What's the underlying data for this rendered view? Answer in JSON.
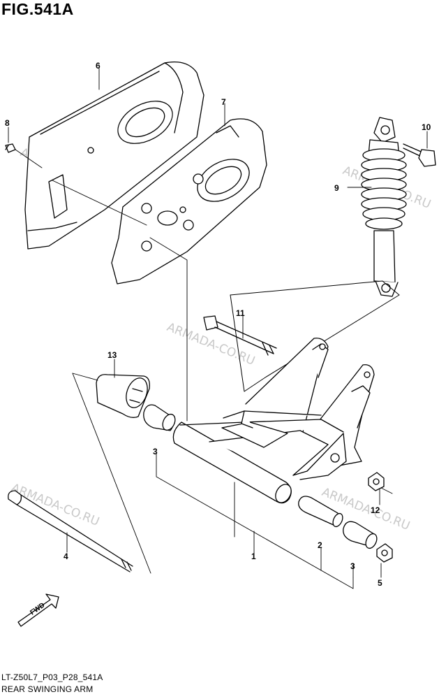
{
  "figure": {
    "title": "FIG.541A",
    "code": "LT-Z50L7_P03_P28_541A",
    "caption": "REAR SWINGING ARM"
  },
  "watermark": "ARMADA-CO.RU",
  "fwd_label": "FWD",
  "callouts": [
    "1",
    "2",
    "3",
    "3",
    "4",
    "5",
    "6",
    "7",
    "8",
    "9",
    "10",
    "11",
    "12",
    "13"
  ]
}
